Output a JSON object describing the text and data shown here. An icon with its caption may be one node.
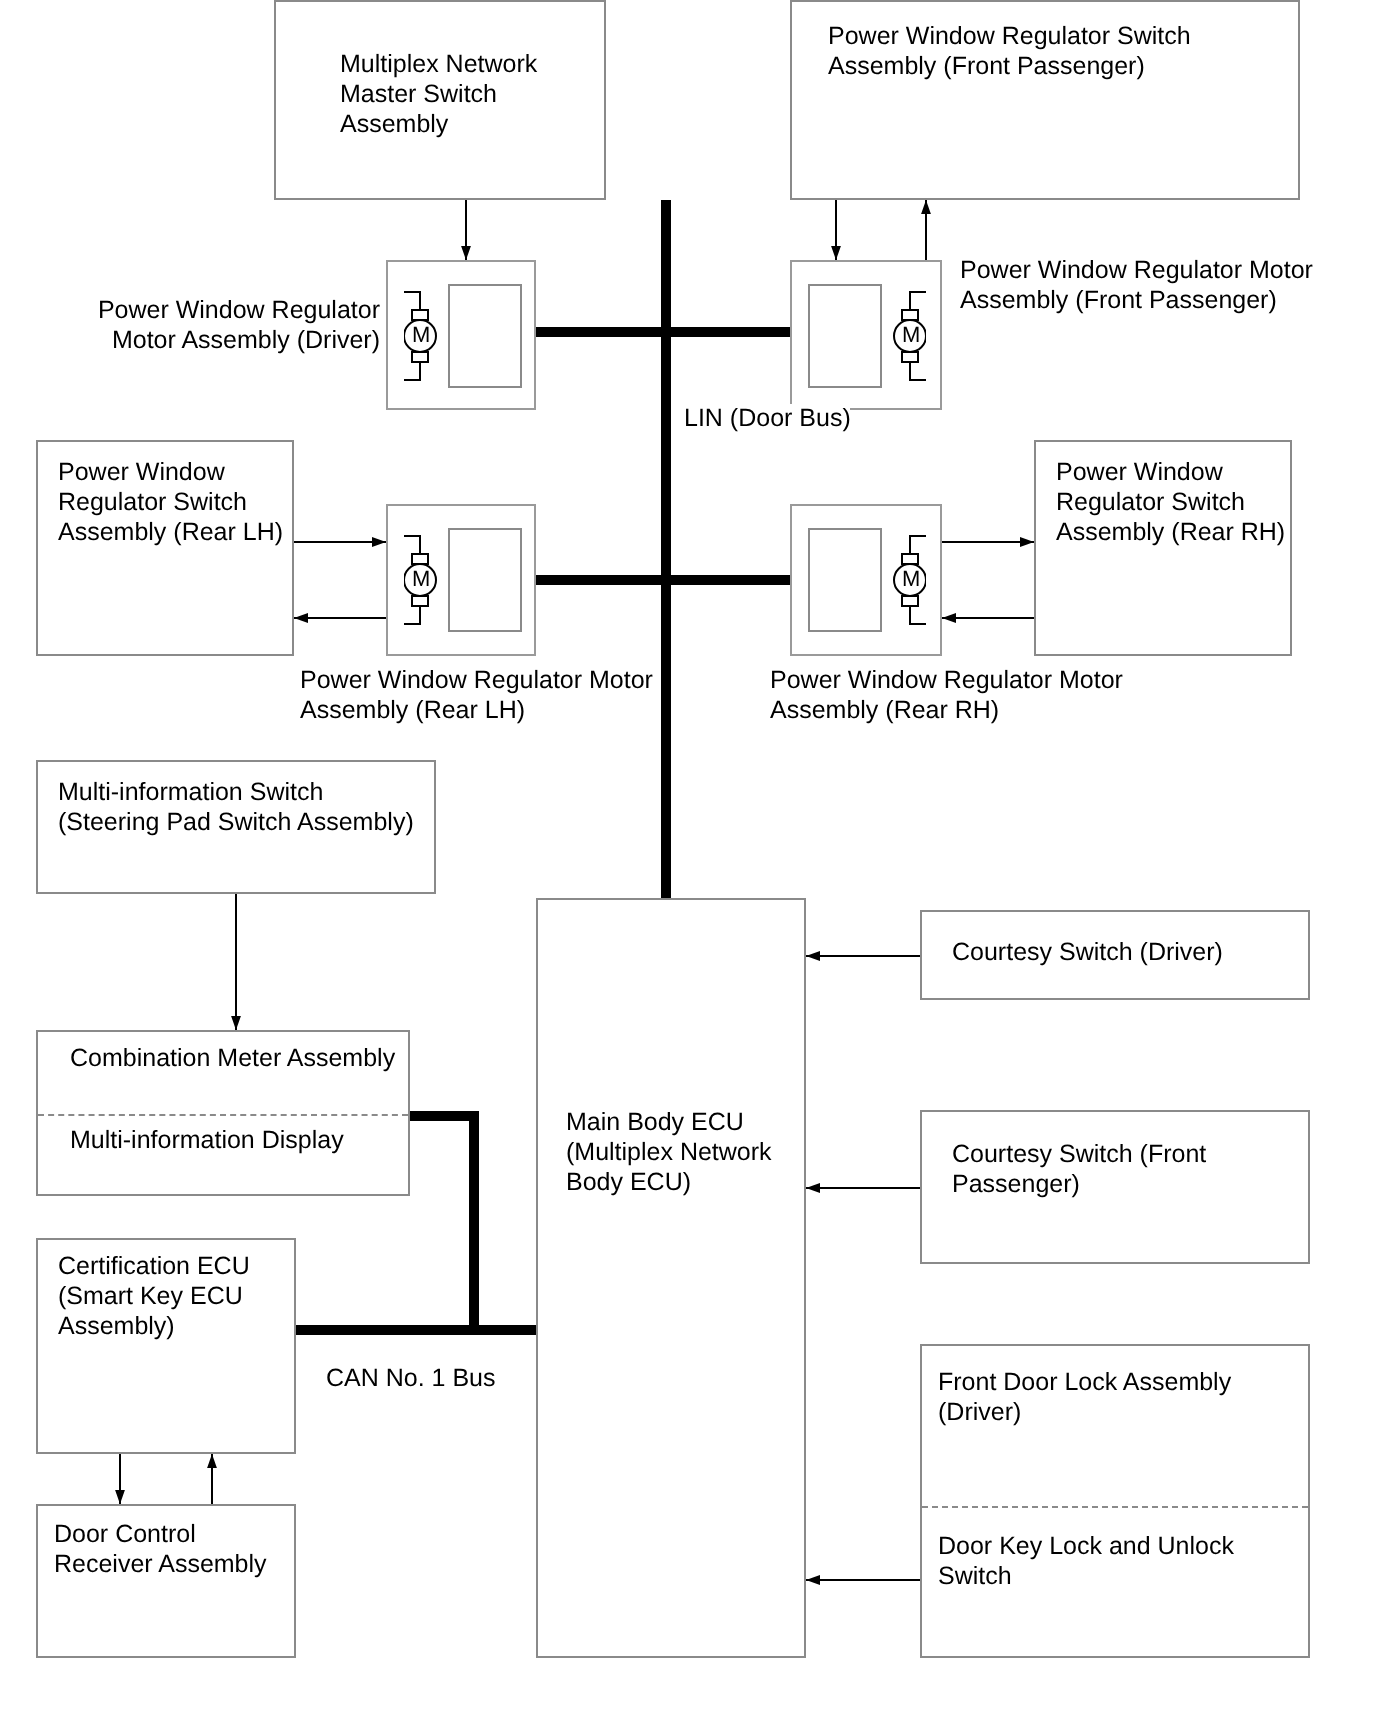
{
  "diagram": {
    "nodes": [
      {
        "text": [
          "Multiplex Network Master Switch Assembly"
        ]
      },
      {
        "text": [
          "Power Window Regulator Switch Assembly (Front Passenger)"
        ]
      },
      {
        "text": [
          "M"
        ],
        "beside": [
          "Power Window Regulator Motor Assembly (Driver)"
        ]
      },
      {
        "text": [
          "M"
        ],
        "beside": [
          "Power Window Regulator Motor Assembly (Front Passenger)"
        ]
      },
      {
        "text": [
          "Power Window Regulator Switch Assembly (Rear LH)"
        ]
      },
      {
        "text": [
          "M"
        ],
        "beside": [
          "Power Window Regulator Motor Assembly (Rear LH)"
        ]
      },
      {
        "text": [
          "M"
        ],
        "beside": [
          "Power Window Regulator Motor Assembly (Rear RH)"
        ]
      },
      {
        "text": [
          "Power Window Regulator Switch Assembly (Rear RH)"
        ]
      },
      {
        "text": [
          "Multi-information Switch (Steering Pad Switch Assembly)"
        ]
      },
      {
        "text": [
          "Combination Meter Assembly",
          "Multi-information Display"
        ]
      },
      {
        "text": [
          "Certification ECU (Smart Key ECU Assembly)"
        ]
      },
      {
        "text": [
          "Door Control Receiver Assembly"
        ]
      },
      {
        "text": [
          "Main Body ECU (Multiplex Network Body ECU)"
        ]
      },
      {
        "text": [
          "Courtesy Switch (Driver)"
        ]
      },
      {
        "text": [
          "Courtesy Switch (Front Passenger)"
        ]
      },
      {
        "text": [
          "Front Door Lock Assembly (Driver)",
          "Door Key Lock and Unlock Switch"
        ]
      }
    ],
    "edges": [
      {
        "from": 0,
        "to": 2,
        "arrow": "to"
      },
      {
        "from": 1,
        "to": 3,
        "arrow": "to"
      },
      {
        "from": 3,
        "to": 1,
        "arrow": "to"
      },
      {
        "from": 0,
        "to": 12,
        "arrow": "none",
        "style": "thick",
        "label": "LIN (Door Bus)"
      },
      {
        "from": 0,
        "to": 2,
        "arrow": "none",
        "style": "thick"
      },
      {
        "from": 0,
        "to": 3,
        "arrow": "none",
        "style": "thick"
      },
      {
        "from": 0,
        "to": 5,
        "arrow": "none",
        "style": "thick"
      },
      {
        "from": 0,
        "to": 6,
        "arrow": "none",
        "style": "thick"
      },
      {
        "from": 4,
        "to": 5,
        "arrow": "to"
      },
      {
        "from": 5,
        "to": 4,
        "arrow": "to"
      },
      {
        "from": 6,
        "to": 7,
        "arrow": "to"
      },
      {
        "from": 7,
        "to": 6,
        "arrow": "to"
      },
      {
        "from": 8,
        "to": 9,
        "arrow": "to"
      },
      {
        "from": 9,
        "to": 12,
        "arrow": "none",
        "style": "thick"
      },
      {
        "from": 10,
        "to": 12,
        "arrow": "none",
        "style": "thick",
        "label": "CAN No. 1 Bus"
      },
      {
        "from": 13,
        "to": 12,
        "arrow": "to"
      },
      {
        "from": 14,
        "to": 12,
        "arrow": "to"
      },
      {
        "from": 15,
        "to": 12,
        "arrow": "to"
      },
      {
        "from": 10,
        "to": 11,
        "arrow": "to"
      },
      {
        "from": 11,
        "to": 10,
        "arrow": "to"
      }
    ]
  }
}
